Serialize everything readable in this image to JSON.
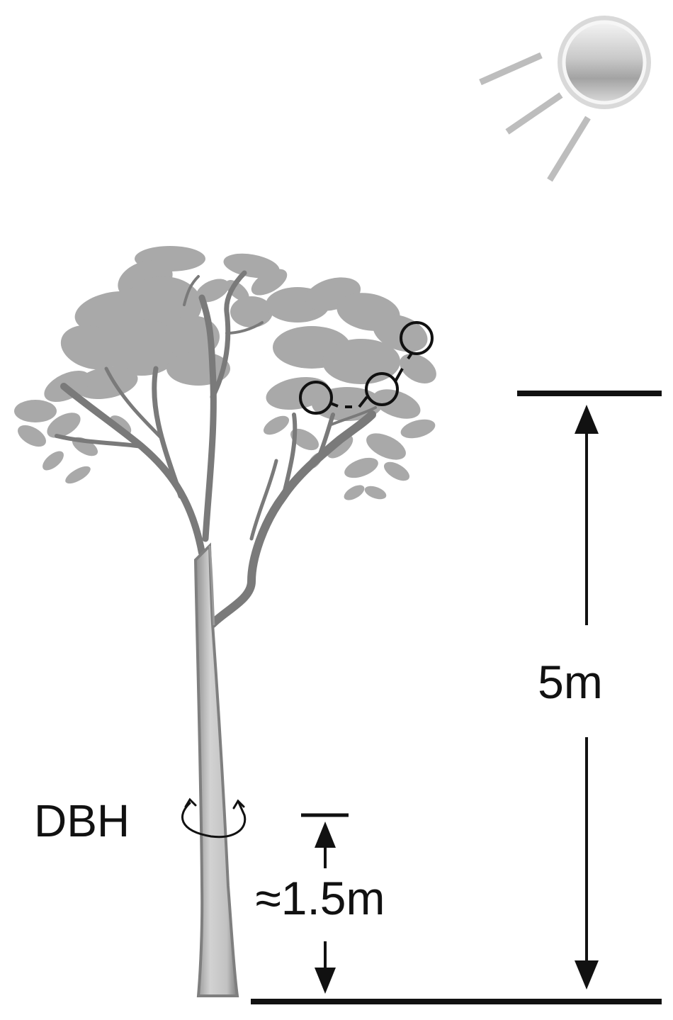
{
  "labels": {
    "height_label": "5m",
    "breast_height_label": "≈1.5m",
    "dbh_label": "DBH"
  },
  "colors": {
    "foliage": "#a9a9a9",
    "branch": "#7a7a7a",
    "trunk": "#c6c6c6",
    "trunk_edge": "#7f7f7f",
    "sun_rim": "#b8b8b8",
    "sun_ray": "#bdbdbd",
    "line": "#111111"
  },
  "icons": {
    "sun": "sun-icon",
    "tree": "tree-illustration",
    "circumference": "circumference-arrow-icon",
    "sample_points": "leaf-sample-circle-icon"
  }
}
